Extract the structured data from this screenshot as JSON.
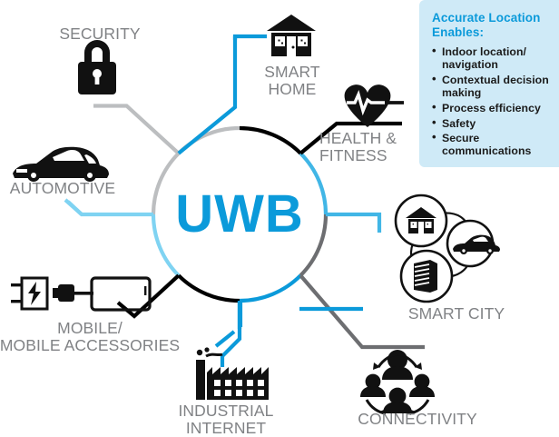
{
  "hub": {
    "label": "UWB",
    "color": "#0b9ada"
  },
  "nodes": [
    {
      "id": "security",
      "label": "SECURITY",
      "icon": "padlock-icon",
      "connector_color": "#bcbec0"
    },
    {
      "id": "smart-home",
      "label": "SMART\nHOME",
      "icon": "house-icon",
      "connector_color": "#0b9ada"
    },
    {
      "id": "health",
      "label": "HEALTH &\nFITNESS",
      "icon": "heart-pulse-icon",
      "connector_color": "#000000"
    },
    {
      "id": "smart-city",
      "label": "SMART CITY",
      "icon": "city-cluster-icon",
      "connector_color": "#41b6e6"
    },
    {
      "id": "connectivity",
      "label": "CONNECTIVITY",
      "icon": "people-network-icon",
      "connector_color": "#6d6e71"
    },
    {
      "id": "industrial",
      "label": "INDUSTRIAL\nINTERNET",
      "icon": "factory-icon",
      "connector_color": "#0b9ada"
    },
    {
      "id": "mobile",
      "label": "MOBILE/\nMOBILE ACCESSORIES",
      "icon": "charger-phone-icon",
      "connector_color": "#000000"
    },
    {
      "id": "automotive",
      "label": "AUTOMOTIVE",
      "icon": "car-icon",
      "connector_color": "#7fd3f2"
    }
  ],
  "info_box": {
    "title": "Accurate Location\nEnables:",
    "background": "#cfeaf7",
    "title_color": "#0b9ada",
    "bullets": [
      "Indoor location/\nnavigation",
      "Contextual\ndecision making",
      "Process efficiency",
      "Safety",
      "Secure\ncommunications"
    ]
  },
  "palette": {
    "label_gray": "#808285",
    "light_blue": "#7fd3f2",
    "mid_blue": "#41b6e6",
    "brand_blue": "#0b9ada",
    "gray": "#bcbec0",
    "dark_gray": "#6d6e71",
    "black": "#000000"
  }
}
